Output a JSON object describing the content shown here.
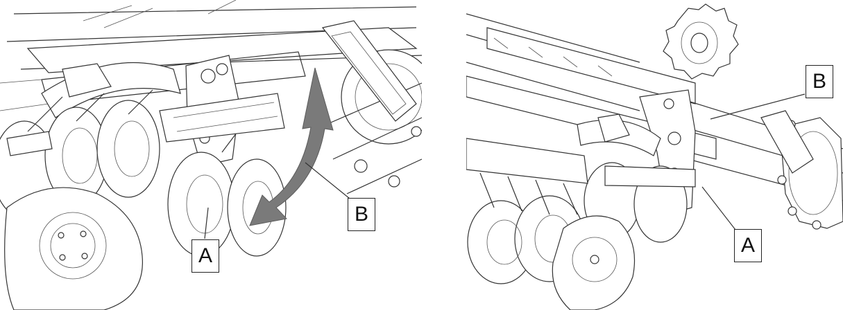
{
  "figures": [
    {
      "callouts": {
        "a": "A",
        "b": "B"
      },
      "arrow_color": "#7a7a7a"
    },
    {
      "callouts": {
        "a": "A",
        "b": "B"
      }
    }
  ]
}
